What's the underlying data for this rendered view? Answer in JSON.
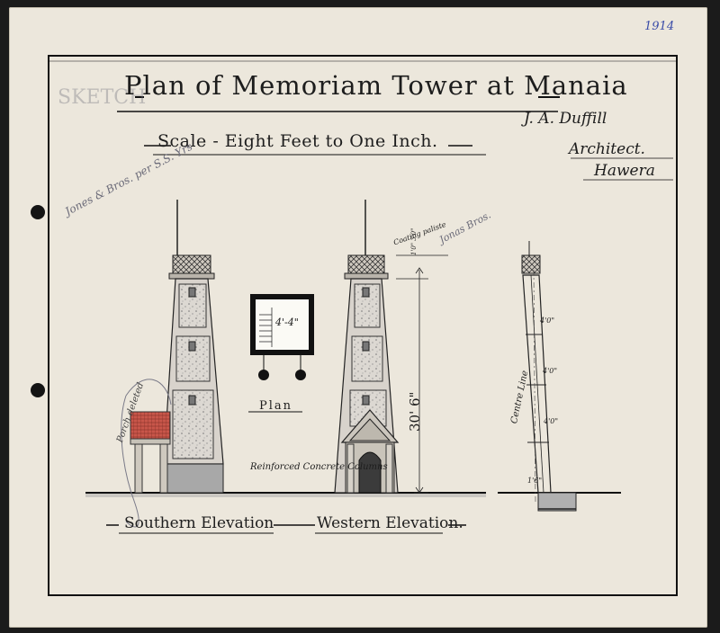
{
  "year": "1914",
  "pencil_heading": "SKETCH",
  "title": "Plan of Memoriam Tower at Manaia",
  "scale": "Scale - Eight Feet to One Inch.",
  "architect": {
    "name": "J. A. Duffill",
    "role": "Architect.",
    "town": "Hawera"
  },
  "pencil_notes": {
    "left": "Jones & Bros. per S.S. Yrs",
    "top": "Jonas Bros."
  },
  "plan": {
    "label": "Plan",
    "room": "4'-4\""
  },
  "annotations": {
    "coping": "Coating paliste",
    "height": "30' 6\"",
    "top_dim": "1'0\" 3'0\"",
    "porch": "Porch deleted",
    "reinforced": "Reinforced Concrete Columns",
    "centre_line": "Centre Line",
    "base_dim": "1'6\"",
    "section_dims": [
      "4'0\"",
      "4'0\"",
      "4'0\"",
      "1'6\""
    ]
  },
  "captions": {
    "southern": "Southern Elevation",
    "western": "Western Elevation."
  },
  "colors": {
    "paper": "#ece7dc",
    "ink": "#1d1d1d",
    "stone_wash": "#d9d4cd",
    "plinth": "#a8a8a8",
    "roof_red": "#b84a3f",
    "pencil": "#6a6a78"
  }
}
